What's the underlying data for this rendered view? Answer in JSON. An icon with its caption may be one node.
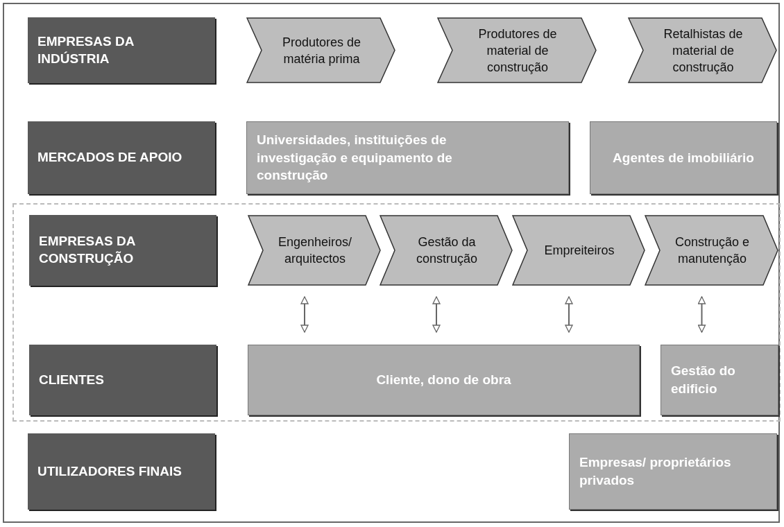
{
  "diagram": {
    "nodes": [
      {
        "text": [
          "EMPRESAS DA INDÚSTRIA"
        ]
      },
      {
        "text": [
          "Produtores de matéria prima"
        ]
      },
      {
        "text": [
          "Produtores de material de construção"
        ]
      },
      {
        "text": [
          "Retalhistas de material de construção"
        ]
      },
      {
        "text": [
          "MERCADOS DE APOIO"
        ]
      },
      {
        "text": [
          "Universidades, instituições de investigação e equipamento de construção"
        ]
      },
      {
        "text": [
          "Agentes de imobiliário"
        ]
      },
      {
        "text": [],
        "shape": "box"
      },
      {
        "text": [
          "EMPRESAS DA CONSTRUÇÃO"
        ],
        "in": 7
      },
      {
        "text": [
          "Engenheiros/ arquitectos"
        ],
        "in": 7
      },
      {
        "text": [
          "Gestão da construção"
        ],
        "in": 7
      },
      {
        "text": [
          "Empreiteiros"
        ],
        "in": 7
      },
      {
        "text": [
          "Construção e manutenção"
        ],
        "in": 7
      },
      {
        "text": [
          "CLIENTES"
        ],
        "in": 7
      },
      {
        "text": [
          "Cliente, dono de obra"
        ],
        "in": 7
      },
      {
        "text": [
          "Gestão do edificio"
        ],
        "in": 7
      },
      {
        "text": [
          "UTILIZADORES FINAIS"
        ]
      },
      {
        "text": [
          "Empresas/ proprietários privados"
        ]
      }
    ],
    "edges": [
      {
        "from": 9,
        "to": 14,
        "arrow": "both"
      },
      {
        "from": 10,
        "to": 14,
        "arrow": "both"
      },
      {
        "from": 11,
        "to": 14,
        "arrow": "both"
      },
      {
        "from": 12,
        "to": 15,
        "arrow": "both"
      }
    ]
  }
}
